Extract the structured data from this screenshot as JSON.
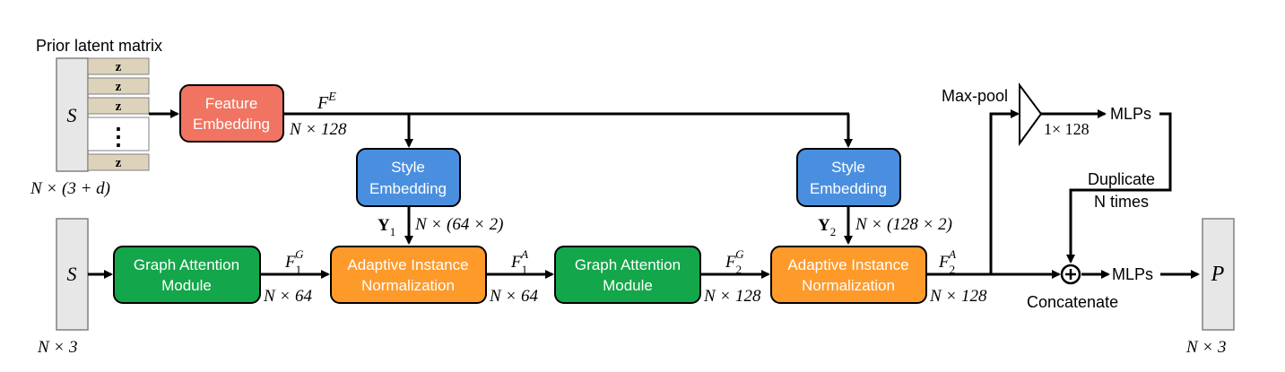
{
  "colors": {
    "feature_embedding": "#f07461",
    "style_embedding": "#4a8fdf",
    "graph_attention": "#14a64a",
    "adain": "#fe9a2a",
    "latent_cell": "#ddd3bb",
    "input_block": "#e7e7e7"
  },
  "prior": {
    "title": "Prior latent matrix",
    "symbol": "S",
    "cell_label": "z",
    "dots": "⋮",
    "size_label": "N × (3 + d)"
  },
  "input": {
    "symbol": "S",
    "size_label": "N × 3"
  },
  "output": {
    "symbol": "P",
    "size_label": "N × 3"
  },
  "modules": {
    "feature_embedding": [
      "Feature",
      "Embedding"
    ],
    "style_embedding_1": [
      "Style",
      "Embedding"
    ],
    "style_embedding_2": [
      "Style",
      "Embedding"
    ],
    "graph_attention_1": [
      "Graph Attention",
      "Module"
    ],
    "graph_attention_2": [
      "Graph Attention",
      "Module"
    ],
    "adain_1": [
      "Adaptive Instance",
      "Normalization"
    ],
    "adain_2": [
      "Adaptive Instance",
      "Normalization"
    ]
  },
  "labels": {
    "fe": "F^E",
    "fe_size": "N × 128",
    "f1g": "F₁^G",
    "f1g_size": "N × 64",
    "y1": "Y₁",
    "y1_size": "N × (64 × 2)",
    "f1a": "F₁^A",
    "f1a_size": "N × 64",
    "f2g": "F₂^G",
    "f2g_size": "N × 128",
    "y2": "Y₂",
    "y2_size": "N × (128 × 2)",
    "f2a": "F₂^A",
    "f2a_size": "N × 128",
    "maxpool": "Max-pool",
    "pool_size": "1× 128",
    "mlps_top": "MLPs",
    "duplicate_1": "Duplicate",
    "duplicate_2": "N times",
    "concatenate": "Concatenate",
    "mlps_out": "MLPs"
  }
}
